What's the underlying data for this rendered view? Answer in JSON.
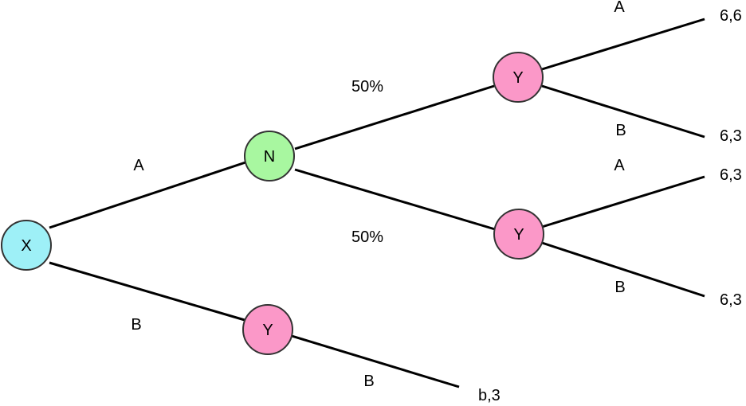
{
  "colors": {
    "x_node": "#9ef0f7",
    "n_node": "#a8f7a0",
    "y_node": "#fb98c8",
    "line": "#000000"
  },
  "nodes": {
    "root": "X",
    "nature": "N",
    "y_upper": "Y",
    "y_lower": "Y",
    "y_bottom": "Y"
  },
  "edges": {
    "root_to_nature": "A",
    "root_to_y_bottom": "B",
    "nature_to_y_upper": "50%",
    "nature_to_y_lower": "50%",
    "y_upper_a": "A",
    "y_upper_b": "B",
    "y_lower_a": "A",
    "y_lower_b": "B",
    "y_bottom_b": "B"
  },
  "payoffs": {
    "y_upper_a": "6,6",
    "y_upper_b": "6,3",
    "y_lower_a": "6,3",
    "y_lower_b": "6,3",
    "y_bottom_b": "b,3"
  }
}
